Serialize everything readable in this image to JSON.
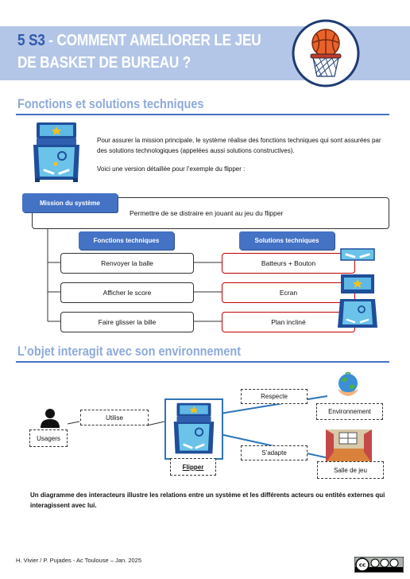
{
  "header": {
    "code": "5 S3",
    "title": " - COMMENT AMELIORER LE JEU DE BASKET DE BUREAU ?"
  },
  "section1": {
    "title": "Fonctions et solutions techniques",
    "paragraph1": "Pour assurer la mission principale, le système réalise des fonctions techniques qui sont assurées par des solutions technologiques (appelées aussi solutions constructives).",
    "paragraph2": "Voici une version détaillée pour l’exemple du flipper :"
  },
  "mission": {
    "label": "Mission du système",
    "text": "Permettre de se distraire en jouant au jeu du flipper"
  },
  "columns": {
    "functions": "Fonctions techniques",
    "solutions": "Solutions techniques"
  },
  "rows": [
    {
      "function": "Renvoyer la balle",
      "solution": "Batteurs + Bouton"
    },
    {
      "function": "Afficher le score",
      "solution": "Ecran"
    },
    {
      "function": "Faire glisser la bille",
      "solution": "Plan incliné"
    }
  ],
  "section2": {
    "title": "L’objet interagit avec son environnement"
  },
  "interactors": {
    "users": "Usagers",
    "uses": "Utilise",
    "system": "Flipper",
    "respects": "Respecte",
    "environment": "Environnement",
    "adapts": "S’adapte",
    "room": "Salle de jeu"
  },
  "section2_text": "Un diagramme des interacteurs illustre les relations entre un système et les différents acteurs ou entités externes qui interagissent avec lui.",
  "footer": "H. Vivier / P. Pujades - Ac Toulouse – Jan. 2025",
  "colors": {
    "accent": "#4472c4",
    "band": "#b4c6e7",
    "heading": "#8eaadb",
    "solution_border": "#c00000"
  },
  "icons": [
    "basketball-hoop-icon",
    "pinball-machine-icon",
    "flipper-paddle-icon",
    "score-screen-icon",
    "inclined-plane-icon",
    "user-icon",
    "earth-icon",
    "game-room-icon",
    "creative-commons-icon"
  ]
}
